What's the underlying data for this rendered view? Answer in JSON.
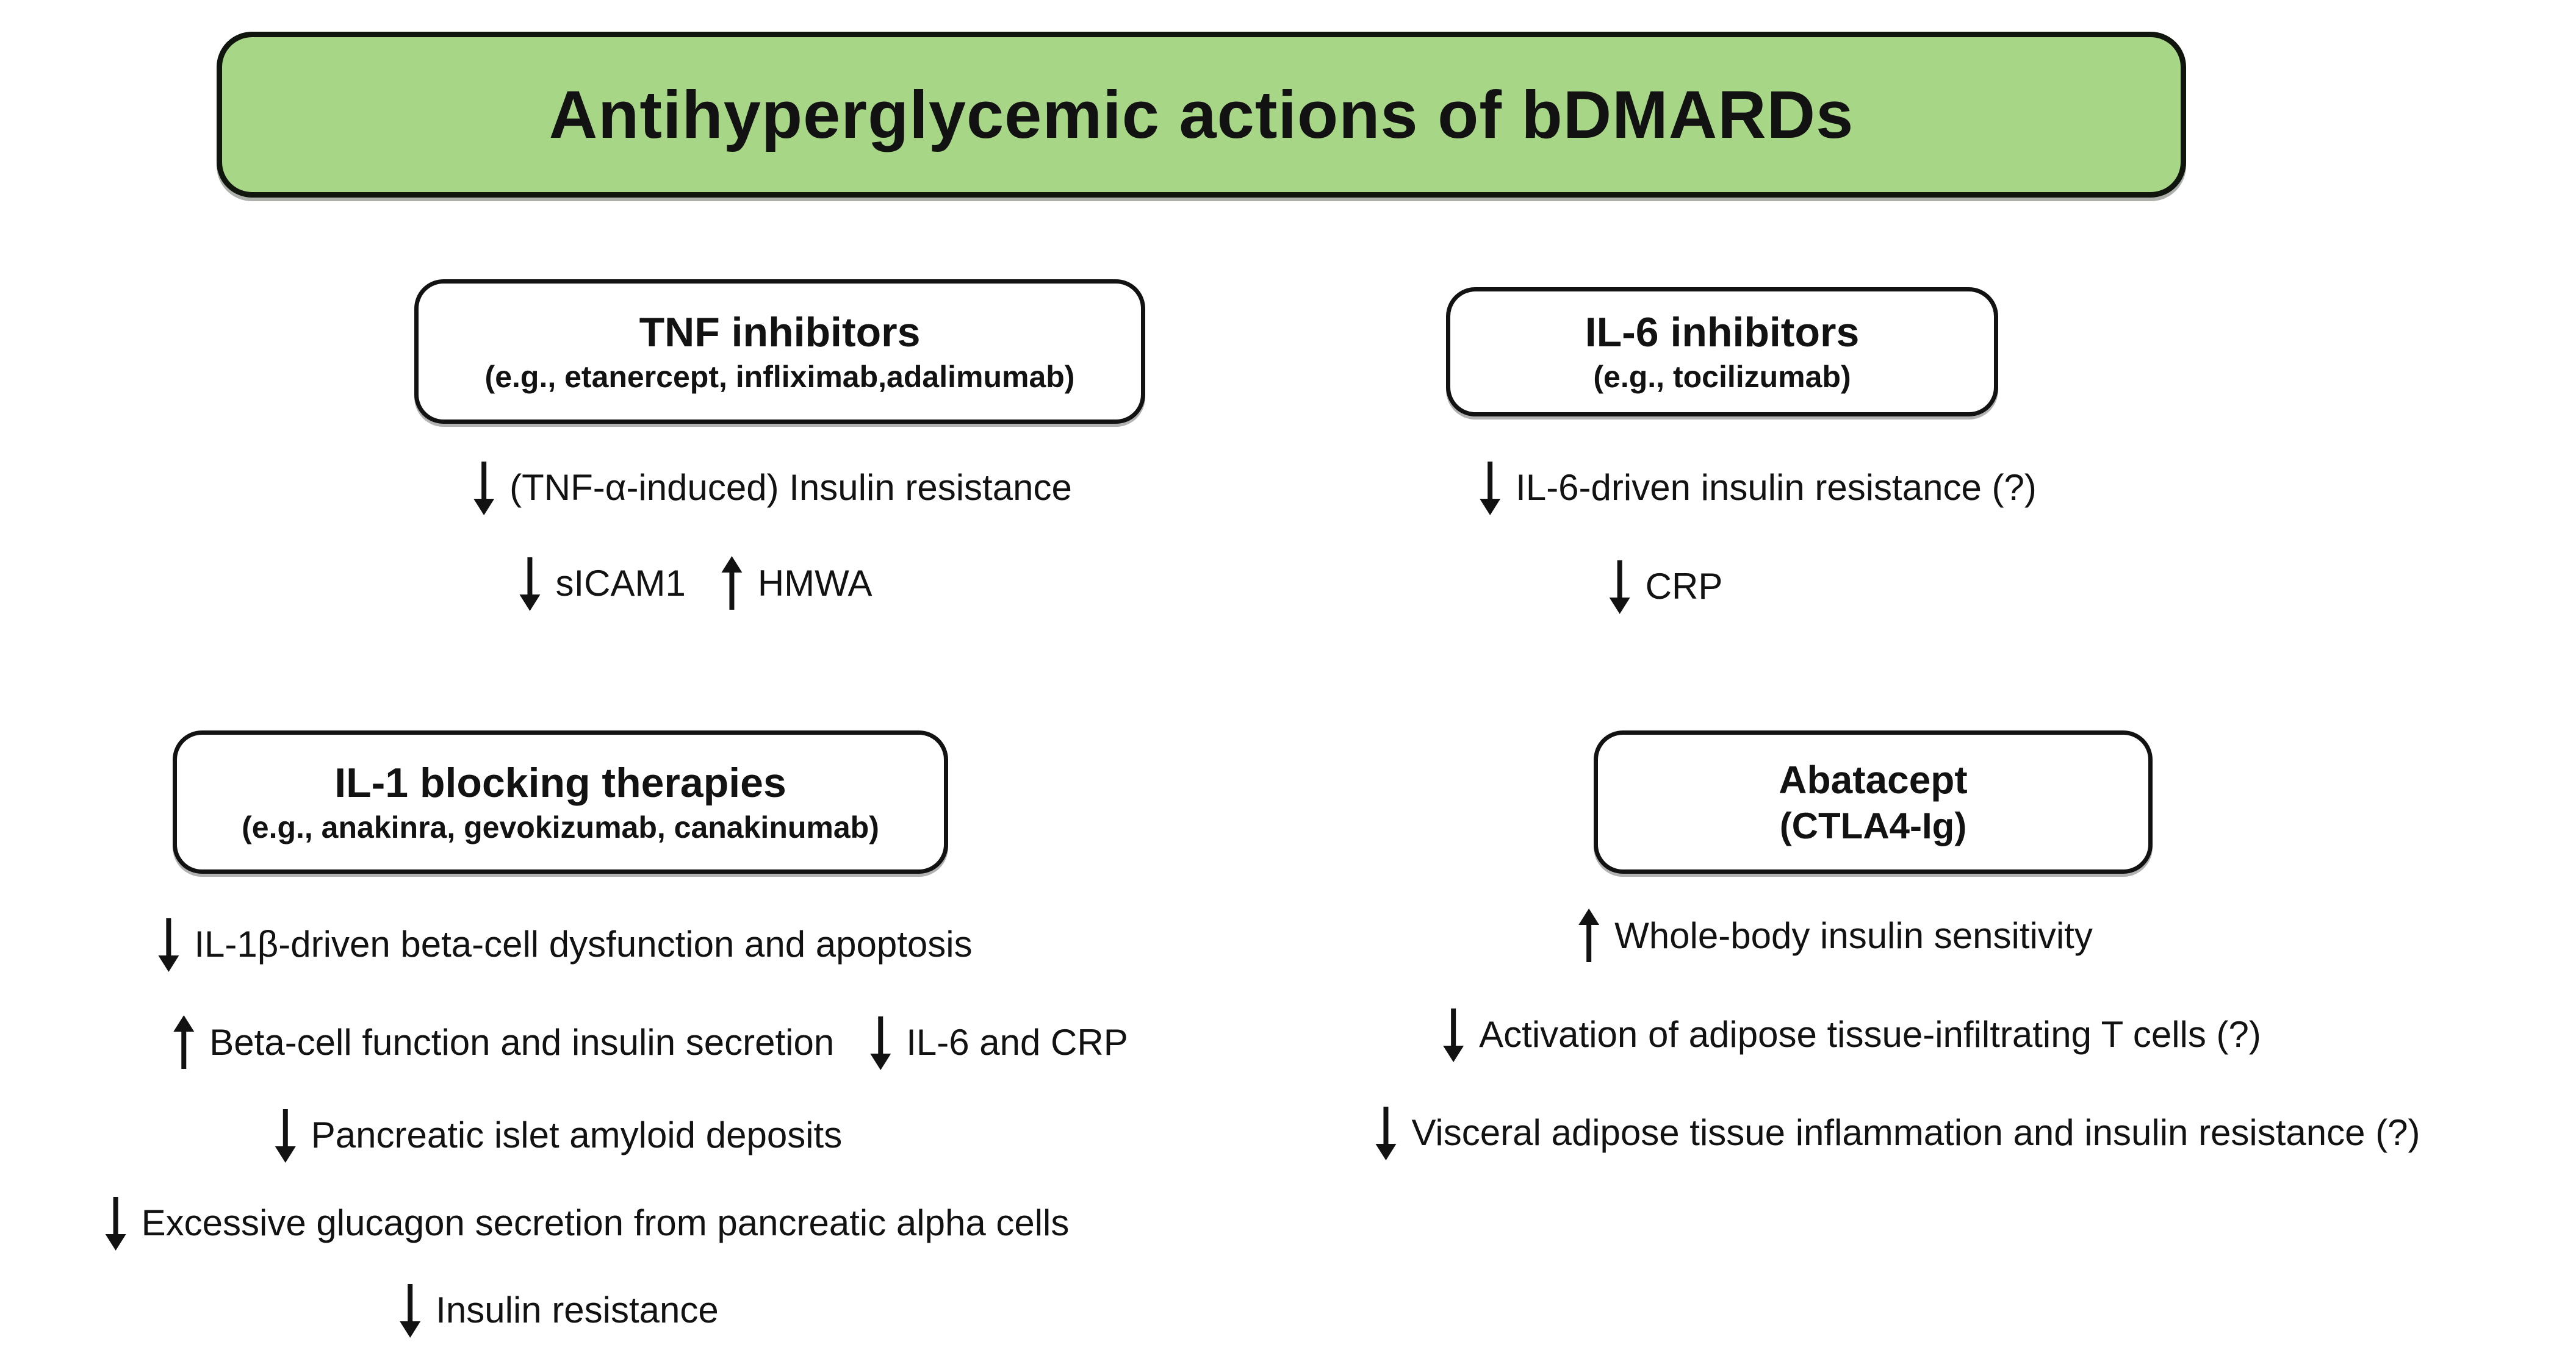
{
  "title": "Antihyperglycemic actions of bDMARDs",
  "colors": {
    "title_fill": "#a8d687",
    "title_border": "#10160e",
    "box_fill": "#ffffff",
    "box_border": "#121212",
    "text": "#121212",
    "background": "#ffffff"
  },
  "groups": [
    {
      "name": "TNF inhibitors",
      "examples": "(e.g., etanercept, infliximab,adalimumab)",
      "effects": [
        {
          "segments": [
            {
              "direction": "down",
              "glyph": "↓",
              "text": "(TNF-α-induced) Insulin resistance"
            }
          ]
        },
        {
          "segments": [
            {
              "direction": "down",
              "glyph": "↓",
              "text": "sICAM1"
            },
            {
              "direction": "up",
              "glyph": "↑",
              "text": "HMWA"
            }
          ]
        }
      ]
    },
    {
      "name": "IL-6 inhibitors",
      "examples": "(e.g., tocilizumab)",
      "effects": [
        {
          "segments": [
            {
              "direction": "down",
              "glyph": "↓",
              "text": "IL-6-driven insulin resistance (?)"
            }
          ]
        },
        {
          "segments": [
            {
              "direction": "down",
              "glyph": "↓",
              "text": "CRP"
            }
          ]
        }
      ]
    },
    {
      "name": "IL-1 blocking therapies",
      "examples": "(e.g., anakinra, gevokizumab, canakinumab)",
      "effects": [
        {
          "segments": [
            {
              "direction": "down",
              "glyph": "↓",
              "text": "IL-1β-driven beta-cell dysfunction and apoptosis"
            }
          ]
        },
        {
          "segments": [
            {
              "direction": "up",
              "glyph": "↑",
              "text": "Beta-cell function and insulin secretion"
            },
            {
              "direction": "down",
              "glyph": "↓",
              "text": "IL-6 and CRP"
            }
          ]
        },
        {
          "segments": [
            {
              "direction": "down",
              "glyph": "↓",
              "text": "Pancreatic islet amyloid deposits"
            }
          ]
        },
        {
          "segments": [
            {
              "direction": "down",
              "glyph": "↓",
              "text": "Excessive glucagon secretion from pancreatic alpha cells"
            }
          ]
        },
        {
          "segments": [
            {
              "direction": "down",
              "glyph": "↓",
              "text": "Insulin resistance"
            }
          ]
        }
      ]
    },
    {
      "name": "Abatacept",
      "examples": "(CTLA4-Ig)",
      "effects": [
        {
          "segments": [
            {
              "direction": "up",
              "glyph": "↑",
              "text": "Whole-body insulin sensitivity"
            }
          ]
        },
        {
          "segments": [
            {
              "direction": "down",
              "glyph": "↓",
              "text": "Activation of adipose tissue-infiltrating T cells (?)"
            }
          ]
        },
        {
          "segments": [
            {
              "direction": "down",
              "glyph": "↓",
              "text": "Visceral adipose tissue inflammation and insulin resistance (?)"
            }
          ]
        }
      ]
    }
  ]
}
